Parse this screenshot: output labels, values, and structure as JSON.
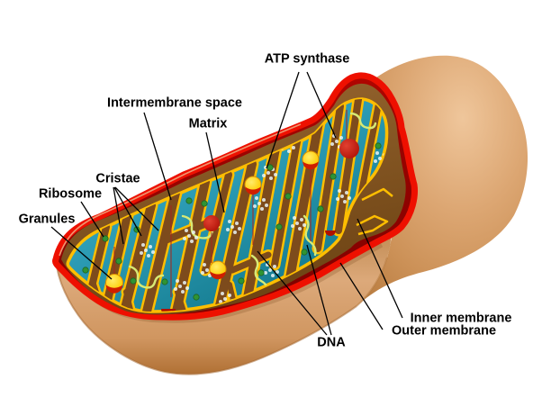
{
  "figure": {
    "labels": {
      "atp_synthase": "ATP synthase",
      "intermembrane_space": "Intermembrane space",
      "matrix": "Matrix",
      "cristae": "Cristae",
      "ribosome": "Ribosome",
      "granules": "Granules",
      "dna": "DNA",
      "inner_membrane": "Inner membrane",
      "outer_membrane": "Outer membrane"
    },
    "colors": {
      "background": "#ffffff",
      "label_black": "#000000",
      "outer_membrane_red": "#EE1000",
      "intermembrane_maroon": "#9A0300",
      "inner_brown": "#8A5824",
      "fold_brown": "#7D4B1C",
      "cristae_gold": "#FFBE00",
      "matrix_teal": "#2D9DB6",
      "matrix_teal_dark": "#0F7386",
      "body_tan": "#DCA672",
      "body_tan_dark": "#B67A3E",
      "granule_yellow": "#FFD81F",
      "granule_red": "#CF1F00",
      "red_sphere": "#BC1304",
      "ribosome_green": "#2F9434",
      "dna_strand_green": "#D7EA75",
      "dot_white": "#E9F5F7",
      "thread_red": "#A5281E"
    }
  }
}
